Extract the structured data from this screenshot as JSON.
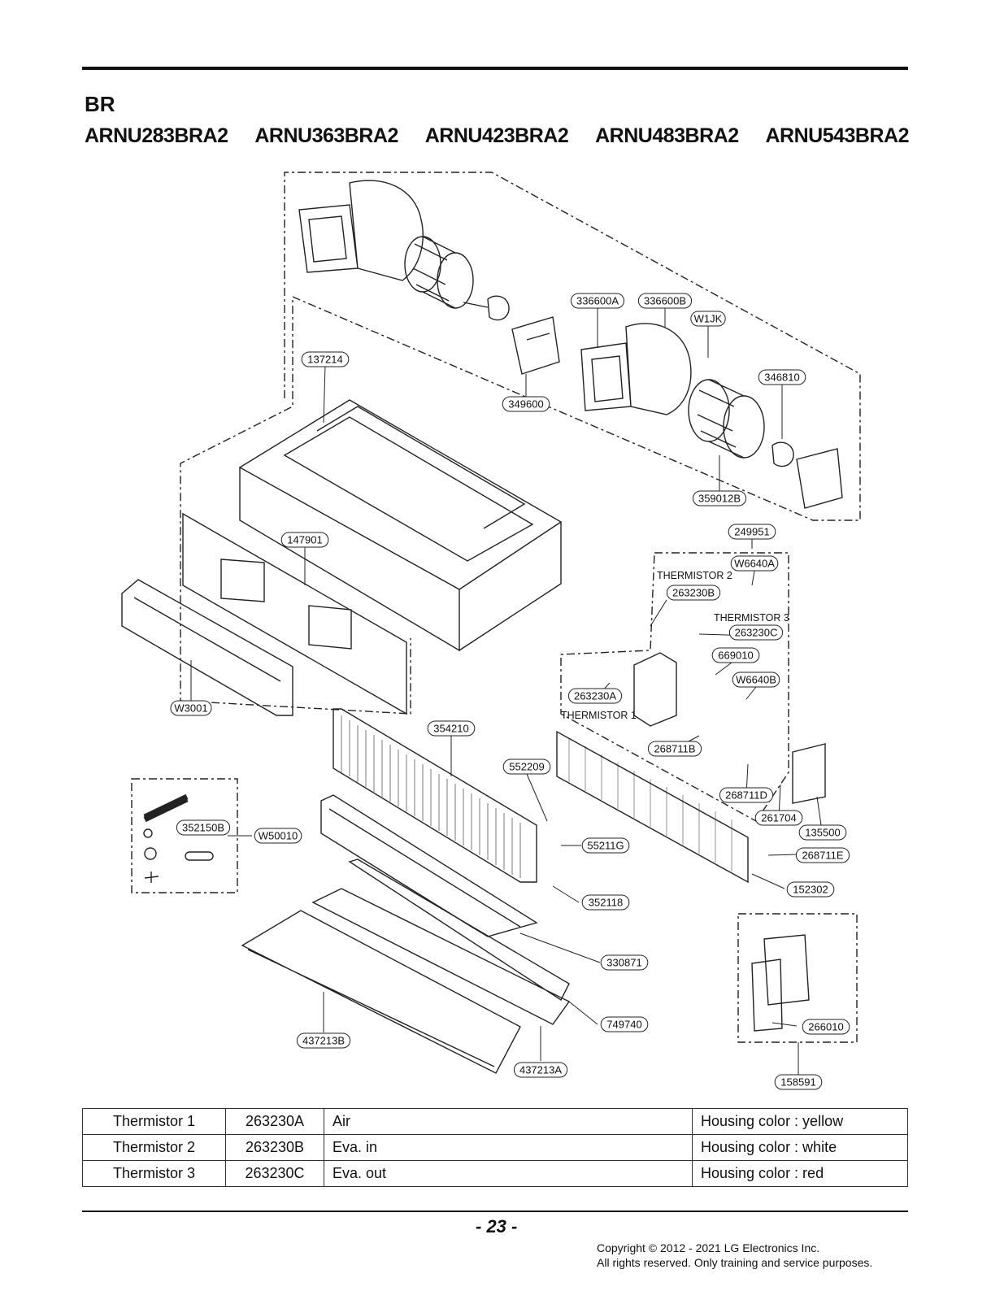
{
  "header": {
    "series": "BR",
    "models": [
      "ARNU283BRA2",
      "ARNU363BRA2",
      "ARNU423BRA2",
      "ARNU483BRA2",
      "ARNU543BRA2"
    ]
  },
  "diagram": {
    "part_labels": [
      "336600A",
      "336600B",
      "W1JK",
      "137214",
      "346810",
      "349600",
      "359012B",
      "249951",
      "W6640A",
      "147901",
      "263230B",
      "263230C",
      "669010",
      "W6640B",
      "263230A",
      "W3001",
      "354210",
      "268711B",
      "552209",
      "268711D",
      "261704",
      "135500",
      "352150B",
      "W50010",
      "55211G",
      "268711E",
      "152302",
      "352118",
      "330871",
      "749740",
      "266010",
      "437213B",
      "437213A",
      "158591"
    ],
    "text_labels": [
      "THERMISTOR 2",
      "THERMISTOR 3",
      "THERMISTOR 1"
    ]
  },
  "thermistor_table": {
    "rows": [
      {
        "name": "Thermistor 1",
        "code": "263230A",
        "position": "Air",
        "housing": "Housing color : yellow"
      },
      {
        "name": "Thermistor 2",
        "code": "263230B",
        "position": "Eva. in",
        "housing": "Housing color : white"
      },
      {
        "name": "Thermistor 3",
        "code": "263230C",
        "position": "Eva. out",
        "housing": "Housing color : red"
      }
    ]
  },
  "footer": {
    "page": "- 23 -",
    "copyright_line1": "Copyright © 2012 - 2021 LG Electronics Inc.",
    "copyright_line2": "All rights reserved. Only training and service purposes."
  }
}
